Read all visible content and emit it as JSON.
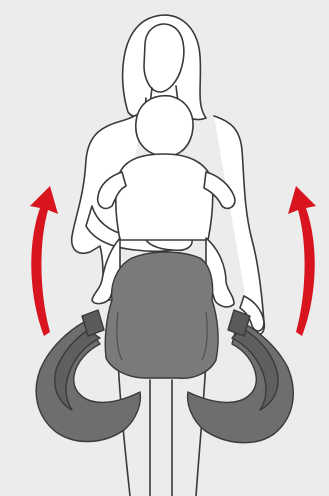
{
  "illustration": {
    "figures": [
      "adult-woman",
      "baby"
    ],
    "product": "baby-carrier-waist-belt",
    "colors": {
      "background": "#ececec",
      "figure_fill": "#ffffff",
      "outline": "#3a3a3a",
      "carrier_fill": "#7a7a7a",
      "carrier_dark": "#5f5f5f",
      "carrier_light": "#8c8c8c",
      "arrow": "#d8141e"
    },
    "arrows": [
      {
        "side": "left",
        "direction": "up"
      },
      {
        "side": "right",
        "direction": "up"
      }
    ]
  }
}
